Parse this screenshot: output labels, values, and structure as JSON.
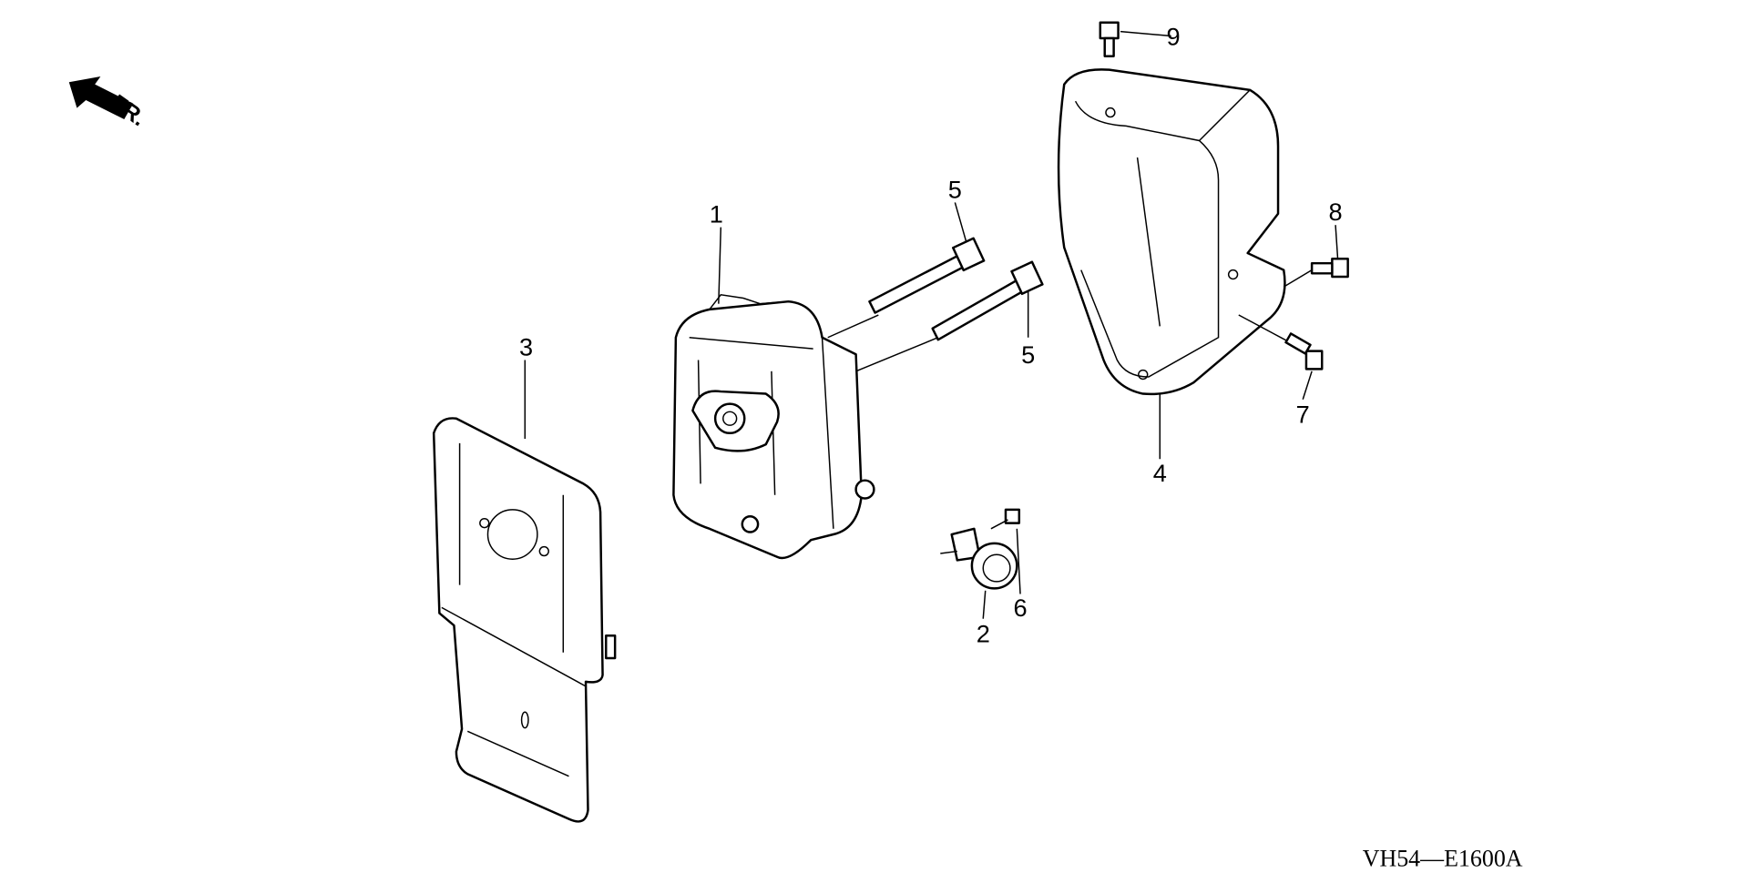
{
  "diagram": {
    "direction_label": "FR.",
    "drawing_code": "VH54—E1600A",
    "callouts": [
      {
        "id": "1",
        "part": "muffler"
      },
      {
        "id": "2",
        "part": "grommet"
      },
      {
        "id": "3",
        "part": "muffler-protector-plate"
      },
      {
        "id": "4",
        "part": "muffler-cover"
      },
      {
        "id": "5",
        "part": "stud-bolt-a"
      },
      {
        "id": "5",
        "part": "stud-bolt-b"
      },
      {
        "id": "6",
        "part": "tapping-screw"
      },
      {
        "id": "7",
        "part": "flange-bolt-a"
      },
      {
        "id": "8",
        "part": "flange-bolt-b"
      },
      {
        "id": "9",
        "part": "flange-bolt-c"
      }
    ]
  }
}
